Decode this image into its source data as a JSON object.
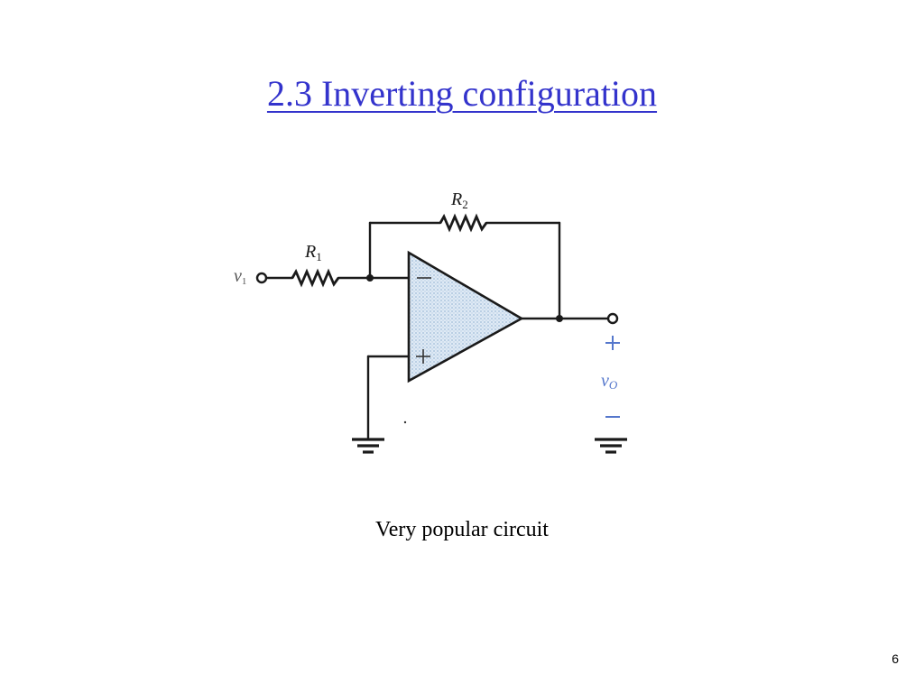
{
  "slide": {
    "title": "2.3 Inverting configuration",
    "caption": "Very popular circuit",
    "page_number": "6",
    "title_color": "#3333cc"
  },
  "circuit": {
    "components": {
      "r1": {
        "name": "R",
        "subscript": "1"
      },
      "r2": {
        "name": "R",
        "subscript": "2"
      }
    },
    "input": {
      "name": "v",
      "subscript": "1"
    },
    "output": {
      "name": "v",
      "subscript": "O",
      "plus_sign": "+",
      "minus_sign": "−"
    },
    "opamp": {
      "inverting_sign": "−",
      "noninverting_sign": "+"
    },
    "colors": {
      "wire": "#1a1a1a",
      "opamp_fill": "#c9dcef",
      "output_label": "#5577cc"
    }
  }
}
